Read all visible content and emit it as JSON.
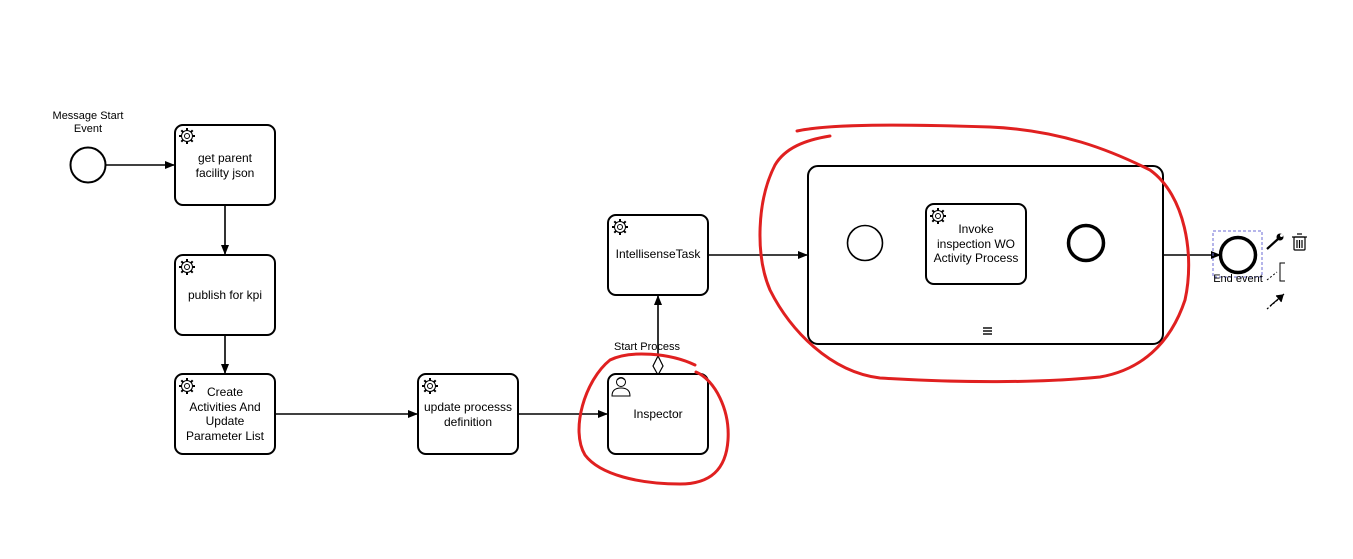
{
  "labels": {
    "message_start_event": "Message Start Event",
    "get_parent": "get parent facility json",
    "publish_kpi": "publish for kpi",
    "create_activities": "Create Activities And Update Parameter List",
    "update_process": "update processs definition",
    "inspector": "Inspector",
    "intellisense": "IntellisenseTask",
    "start_process": "Start Process",
    "invoke_inspection": "Invoke inspection WO Activity Process",
    "end_event": "End event"
  },
  "icons": {
    "service_task": "gear-icon",
    "user_task": "user-icon",
    "collapse_marker": "hamburger-icon",
    "wrench": "wrench-icon",
    "delete": "trash-icon",
    "annotation": "text-annotation-icon",
    "connect": "connect-arrow-icon"
  },
  "colors": {
    "stroke": "#000000",
    "annotation_red": "#e02020",
    "selection": "#6b6bd6"
  }
}
